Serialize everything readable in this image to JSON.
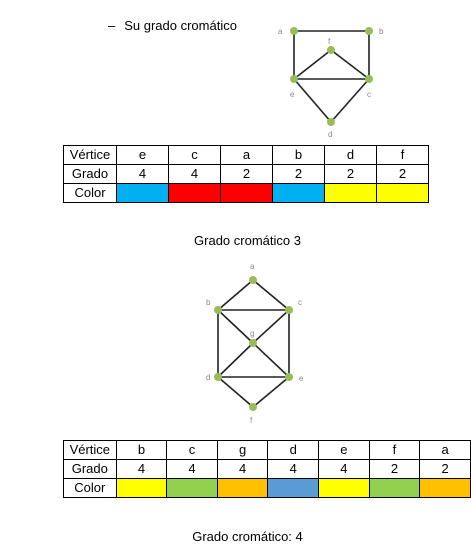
{
  "section1": {
    "bullet_dash": "–",
    "bullet_text": "Su grado cromático",
    "graph_labels": {
      "a": "a",
      "b": "b",
      "f": "f",
      "e": "e",
      "c": "c",
      "d": "d"
    },
    "table": {
      "headers": [
        "Vértice",
        "Grado",
        "Color"
      ],
      "vertices": [
        "e",
        "c",
        "a",
        "b",
        "d",
        "f"
      ],
      "degrees": [
        "4",
        "4",
        "2",
        "2",
        "2",
        "2"
      ],
      "colors": [
        "#00b0f0",
        "#ff0000",
        "#ff0000",
        "#00b0f0",
        "#ffff00",
        "#ffff00"
      ]
    },
    "caption": "Grado cromático 3"
  },
  "section2": {
    "graph_labels": {
      "a": "a",
      "b": "b",
      "c": "c",
      "g": "g",
      "d": "d",
      "e": "e",
      "f": "f"
    },
    "table": {
      "headers": [
        "Vértice",
        "Grado",
        "Color"
      ],
      "vertices": [
        "b",
        "c",
        "g",
        "d",
        "e",
        "f",
        "a"
      ],
      "degrees": [
        "4",
        "4",
        "4",
        "4",
        "4",
        "2",
        "2"
      ],
      "colors": [
        "#ffff00",
        "#92d050",
        "#ffc000",
        "#5b9bd5",
        "#ffff00",
        "#92d050",
        "#ffc000"
      ]
    },
    "caption": "Grado cromático: 4"
  },
  "node_color": "#9bbb59",
  "edge_color": "#222222"
}
